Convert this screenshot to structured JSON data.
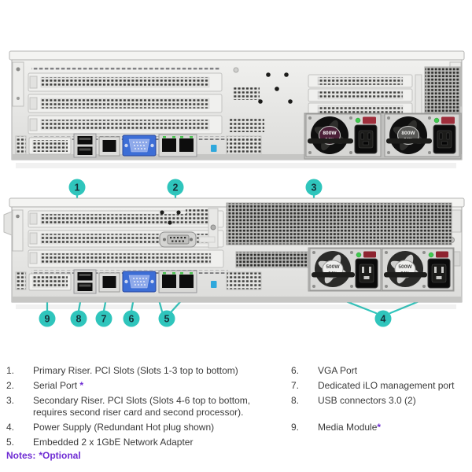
{
  "colors": {
    "callout_teal": "#2FC5BC",
    "note_purple": "#6F2DD4",
    "vga_blue": "#3D6ED6",
    "led_green": "#3FCA4E"
  },
  "figure_top": {
    "psu1": {
      "watts": "800W",
      "pct": "94%"
    },
    "psu2": {
      "watts": "800W",
      "pct": "94%"
    }
  },
  "figure_bottom": {
    "callouts_top": [
      "1",
      "2",
      "3"
    ],
    "callouts_bottom": [
      "9",
      "8",
      "7",
      "6",
      "5",
      "4"
    ],
    "psu1": {
      "watts": "500W",
      "pct": "94%"
    },
    "psu2": {
      "watts": "500W",
      "pct": "94%"
    }
  },
  "legend": {
    "left": [
      {
        "num": "1.",
        "text": "Primary Riser. PCI Slots (Slots 1-3 top to bottom)",
        "suffix": ""
      },
      {
        "num": "2.",
        "text": "Serial Port ",
        "suffix": "*"
      },
      {
        "num": "3.",
        "text": "Secondary Riser. PCI Slots (Slots 4-6 top to bottom, requires second riser card and second processor).",
        "suffix": ""
      },
      {
        "num": "4.",
        "text": "Power Supply  (Redundant Hot plug shown)",
        "suffix": ""
      },
      {
        "num": "5.",
        "text": "Embedded 2 x 1GbE Network Adapter",
        "suffix": ""
      }
    ],
    "right": [
      {
        "num": "6.",
        "text": "VGA Port",
        "suffix": ""
      },
      {
        "num": "7.",
        "text": "Dedicated iLO management port",
        "suffix": ""
      },
      {
        "num": "8.",
        "text": "USB connectors 3.0 (2)",
        "suffix": ""
      },
      {
        "num": "9.",
        "text": "Media Module",
        "suffix": "*"
      }
    ],
    "notes_label": "Notes:",
    "notes_text": "*Optional"
  }
}
